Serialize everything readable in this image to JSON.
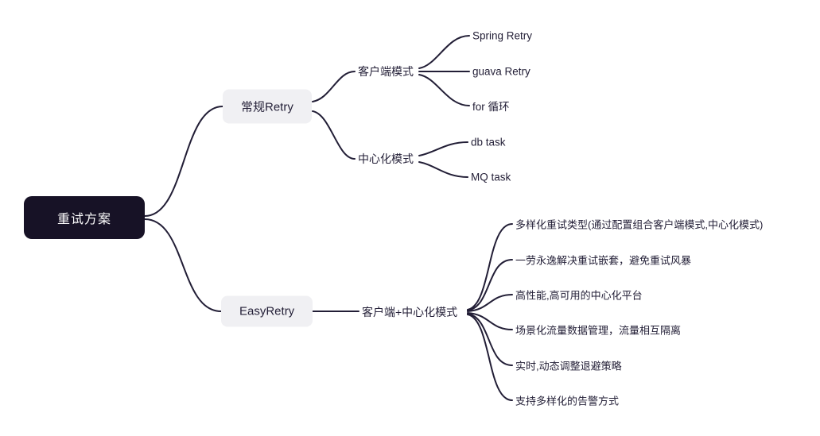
{
  "root": {
    "label": "重试方案"
  },
  "regular_branch": {
    "label": "常规Retry",
    "client_mode": {
      "label": "客户端模式",
      "children": [
        {
          "label": "Spring Retry"
        },
        {
          "label": "guava Retry"
        },
        {
          "label": "for 循环"
        }
      ]
    },
    "central_mode": {
      "label": "中心化模式",
      "children": [
        {
          "label": "db task"
        },
        {
          "label": "MQ task"
        }
      ]
    }
  },
  "easyretry_branch": {
    "label": "EasyRetry",
    "combined_mode": {
      "label": "客户端+中心化模式",
      "children": [
        {
          "label": "多样化重试类型(通过配置组合客户端模式,中心化模式)"
        },
        {
          "label": "一劳永逸解决重试嵌套，避免重试风暴"
        },
        {
          "label": "高性能,高可用的中心化平台"
        },
        {
          "label": "场景化流量数据管理，流量相互隔离"
        },
        {
          "label": "实时,动态调整退避策略"
        },
        {
          "label": "支持多样化的告警方式"
        }
      ]
    }
  },
  "colors": {
    "root_bg": "#171226",
    "root_text": "#ffffff",
    "branch_bg": "#f0f0f3",
    "text": "#221e36",
    "line": "#221e36"
  }
}
